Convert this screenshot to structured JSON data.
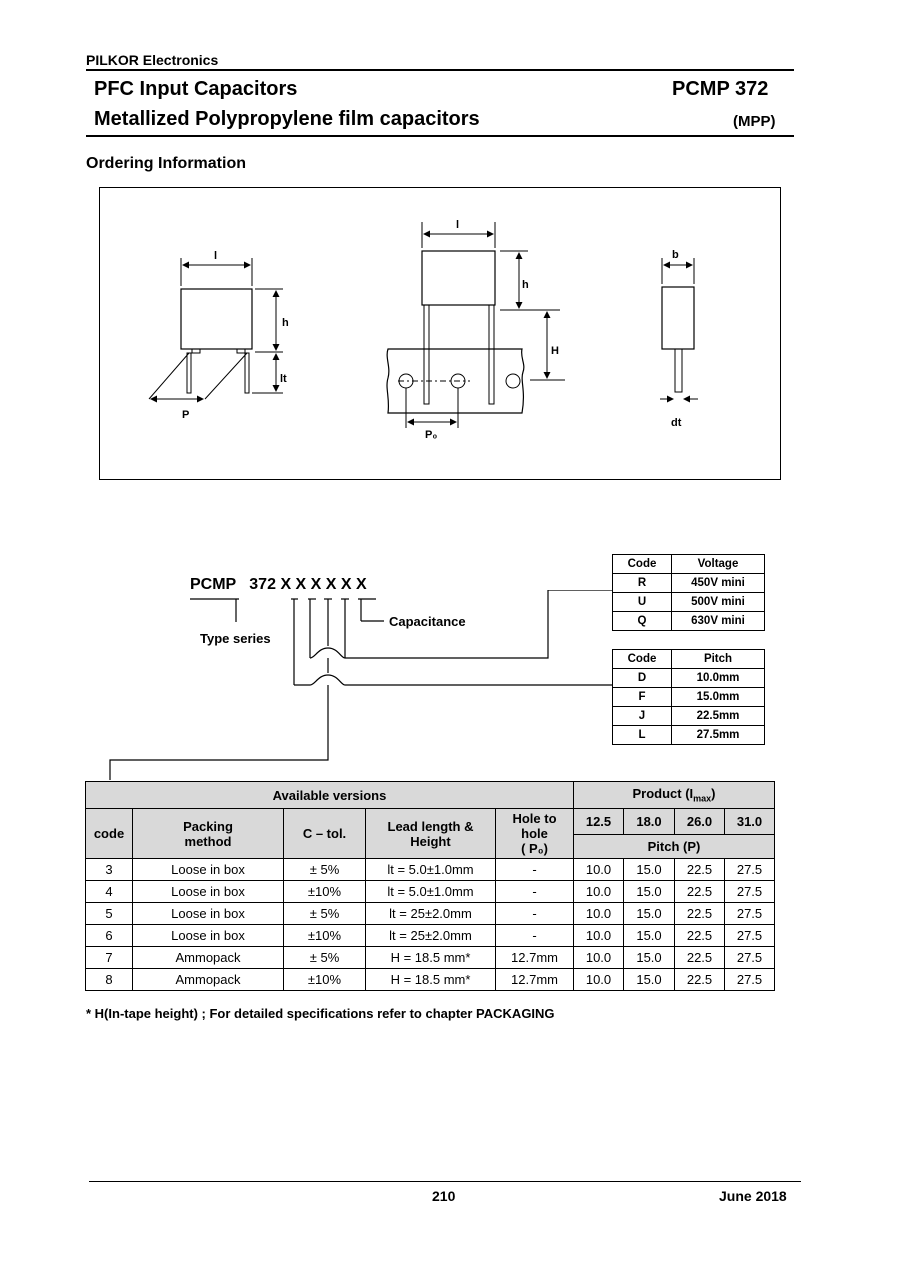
{
  "header": {
    "company": "PILKOR Electronics",
    "title_line1": "PFC Input Capacitors",
    "title_line2": "Metallized Polypropylene film capacitors",
    "product_code": "PCMP 372",
    "dielectric": "(MPP)"
  },
  "section_title": "Ordering Information",
  "drawing": {
    "left_labels": {
      "l": "l",
      "h": "h",
      "lt": "lt",
      "P": "P"
    },
    "middle_labels": {
      "l": "l",
      "h": "h",
      "H": "H",
      "P0": "P₀"
    },
    "right_labels": {
      "b": "b",
      "dt": "dt"
    }
  },
  "part_number": {
    "prefix": "PCMP",
    "series": "372",
    "placeholders": "X X X X X X",
    "capacitance_label": "Capacitance",
    "type_series_label": "Type series"
  },
  "voltage_table": {
    "headers": [
      "Code",
      "Voltage"
    ],
    "rows": [
      [
        "R",
        "450V mini"
      ],
      [
        "U",
        "500V mini"
      ],
      [
        "Q",
        "630V mini"
      ]
    ]
  },
  "pitch_table": {
    "headers": [
      "Code",
      "Pitch"
    ],
    "rows": [
      [
        "D",
        "10.0mm"
      ],
      [
        "F",
        "15.0mm"
      ],
      [
        "J",
        "22.5mm"
      ],
      [
        "L",
        "27.5mm"
      ]
    ]
  },
  "versions_table": {
    "available_versions": "Available versions",
    "product": "Product (I",
    "product_sub": "max",
    "product_close": ")",
    "col_code": "code",
    "col_packing": "Packing method",
    "col_ctol": "C – tol.",
    "col_lead": "Lead length & Height",
    "col_hole": "Hole to hole",
    "col_hole_p0": "( P₀)",
    "currents": [
      "12.5",
      "18.0",
      "26.0",
      "31.0"
    ],
    "pitch_label": "Pitch (P)",
    "rows": [
      [
        "3",
        "Loose in box",
        "±  5%",
        "lt = 5.0±1.0mm",
        "-",
        "10.0",
        "15.0",
        "22.5",
        "27.5"
      ],
      [
        "4",
        "Loose in box",
        "±10%",
        "lt = 5.0±1.0mm",
        "-",
        "10.0",
        "15.0",
        "22.5",
        "27.5"
      ],
      [
        "5",
        "Loose in box",
        "±  5%",
        "lt = 25±2.0mm",
        "-",
        "10.0",
        "15.0",
        "22.5",
        "27.5"
      ],
      [
        "6",
        "Loose in box",
        "±10%",
        "lt = 25±2.0mm",
        "-",
        "10.0",
        "15.0",
        "22.5",
        "27.5"
      ],
      [
        "7",
        "Ammopack",
        "±  5%",
        "H = 18.5 mm*",
        "12.7mm",
        "10.0",
        "15.0",
        "22.5",
        "27.5"
      ],
      [
        "8",
        "Ammopack",
        "±10%",
        "H = 18.5 mm*",
        "12.7mm",
        "10.0",
        "15.0",
        "22.5",
        "27.5"
      ]
    ]
  },
  "footnote": "* H(In-tape height) ; For detailed specifications refer to chapter PACKAGING",
  "footer": {
    "page": "210",
    "date": "June 2018"
  }
}
